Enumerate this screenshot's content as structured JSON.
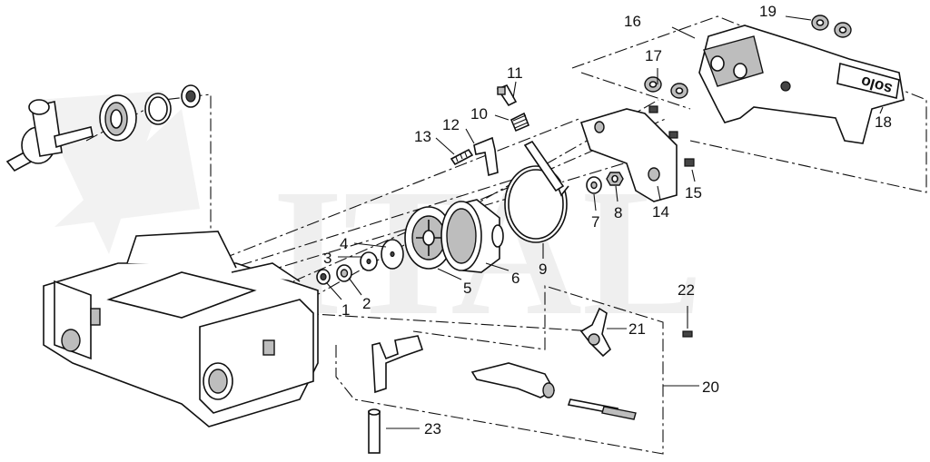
{
  "callouts": [
    {
      "id": "1",
      "label": "1"
    },
    {
      "id": "2",
      "label": "2"
    },
    {
      "id": "3",
      "label": "3"
    },
    {
      "id": "4",
      "label": "4"
    },
    {
      "id": "5",
      "label": "5"
    },
    {
      "id": "6",
      "label": "6"
    },
    {
      "id": "7",
      "label": "7"
    },
    {
      "id": "8",
      "label": "8"
    },
    {
      "id": "9",
      "label": "9"
    },
    {
      "id": "10",
      "label": "10"
    },
    {
      "id": "11",
      "label": "11"
    },
    {
      "id": "12",
      "label": "12"
    },
    {
      "id": "13",
      "label": "13"
    },
    {
      "id": "14",
      "label": "14"
    },
    {
      "id": "15",
      "label": "15"
    },
    {
      "id": "16",
      "label": "16"
    },
    {
      "id": "17",
      "label": "17"
    },
    {
      "id": "18",
      "label": "18"
    },
    {
      "id": "19",
      "label": "19"
    },
    {
      "id": "20",
      "label": "20"
    },
    {
      "id": "21",
      "label": "21"
    },
    {
      "id": "22",
      "label": "22"
    },
    {
      "id": "23",
      "label": "23"
    }
  ],
  "brand_logo_text": "solo",
  "watermark_text": "ITAL"
}
